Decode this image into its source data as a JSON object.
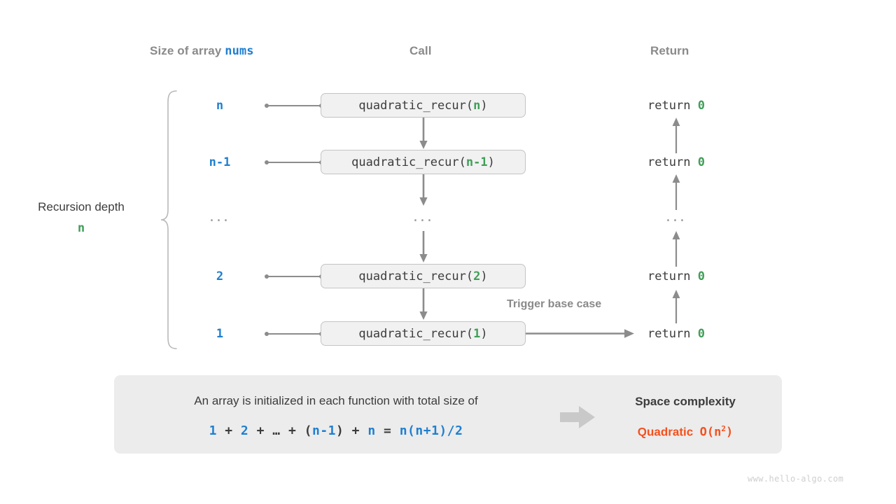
{
  "headers": {
    "size": {
      "prefix": "Size of array ",
      "mono": "nums"
    },
    "call": "Call",
    "return": "Return"
  },
  "depth": {
    "label": "Recursion depth",
    "value": "n"
  },
  "rows": [
    {
      "size": "n",
      "call_prefix": "quadratic_recur(",
      "call_arg": "n",
      "call_suffix": ")",
      "return_word": "return",
      "return_value": "0",
      "is_ellipsis": false
    },
    {
      "size": "n-1",
      "call_prefix": "quadratic_recur(",
      "call_arg": "n-1",
      "call_suffix": ")",
      "return_word": "return",
      "return_value": "0",
      "is_ellipsis": false
    },
    {
      "size": "...",
      "call_prefix": "",
      "call_arg": "...",
      "call_suffix": "",
      "return_word": "",
      "return_value": "...",
      "is_ellipsis": true
    },
    {
      "size": "2",
      "call_prefix": "quadratic_recur(",
      "call_arg": "2",
      "call_suffix": ")",
      "return_word": "return",
      "return_value": "0",
      "is_ellipsis": false
    },
    {
      "size": "1",
      "call_prefix": "quadratic_recur(",
      "call_arg": "1",
      "call_suffix": ")",
      "return_word": "return",
      "return_value": "0",
      "is_ellipsis": false
    }
  ],
  "trigger_label": "Trigger base case",
  "summary": {
    "text": "An array is initialized in each function with total size of",
    "formula": {
      "t1": "1",
      "op1": " + ",
      "t2": "2",
      "op2": " + ",
      "t3": "…",
      "op3": " + (",
      "t4": "n-1",
      "op4": ") + ",
      "t5": "n",
      "op5": " = ",
      "t6": "n(n+1)/2"
    },
    "title": "Space complexity",
    "value_word": "Quadratic",
    "value_big_o": "O(n",
    "value_exp": "2",
    "value_close": ")",
    "accent_color": "#f4511e"
  },
  "watermark": "www.hello-algo.com"
}
